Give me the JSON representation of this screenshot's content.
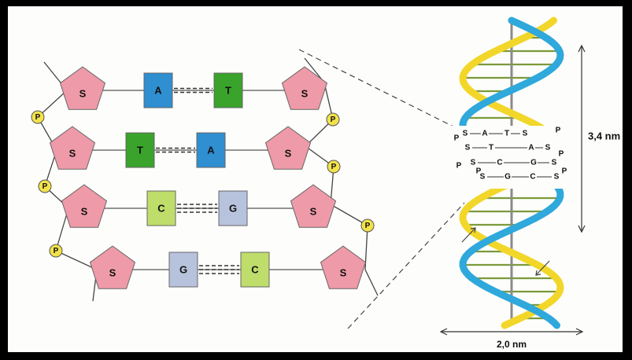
{
  "ladder": {
    "rows": [
      {
        "left_sugar": "S",
        "left_base": "A",
        "right_base": "T",
        "right_sugar": "S",
        "left_color": "#2f8fd0",
        "right_color": "#3aa32c"
      },
      {
        "left_sugar": "S",
        "left_base": "T",
        "right_base": "A",
        "right_sugar": "S",
        "left_color": "#3aa32c",
        "right_color": "#2f8fd0"
      },
      {
        "left_sugar": "S",
        "left_base": "C",
        "right_base": "G",
        "right_sugar": "S",
        "left_color": "#bedd6b",
        "right_color": "#b7c3dc"
      },
      {
        "left_sugar": "S",
        "left_base": "G",
        "right_base": "C",
        "right_sugar": "S",
        "left_color": "#b7c3dc",
        "right_color": "#bedd6b"
      }
    ],
    "phosphate_label": "P",
    "sugar_color": "#ef9aa8",
    "phosphate_color": "#f3e24a"
  },
  "inset": {
    "rows": [
      {
        "left": "S",
        "mid_left": "A",
        "mid_right": "T",
        "right": "S"
      },
      {
        "left": "S",
        "mid_left": "T",
        "mid_right": "A",
        "right": "S"
      },
      {
        "left": "S",
        "mid_left": "C",
        "mid_right": "G",
        "right": "S"
      },
      {
        "left": "S",
        "mid_left": "G",
        "mid_right": "C",
        "right": "S"
      }
    ],
    "phosphate": "P"
  },
  "helix": {
    "strand_colors": [
      "#2fa8dc",
      "#f2d72a"
    ],
    "height_label": "3,4 nm",
    "width_label": "2,0 nm"
  }
}
